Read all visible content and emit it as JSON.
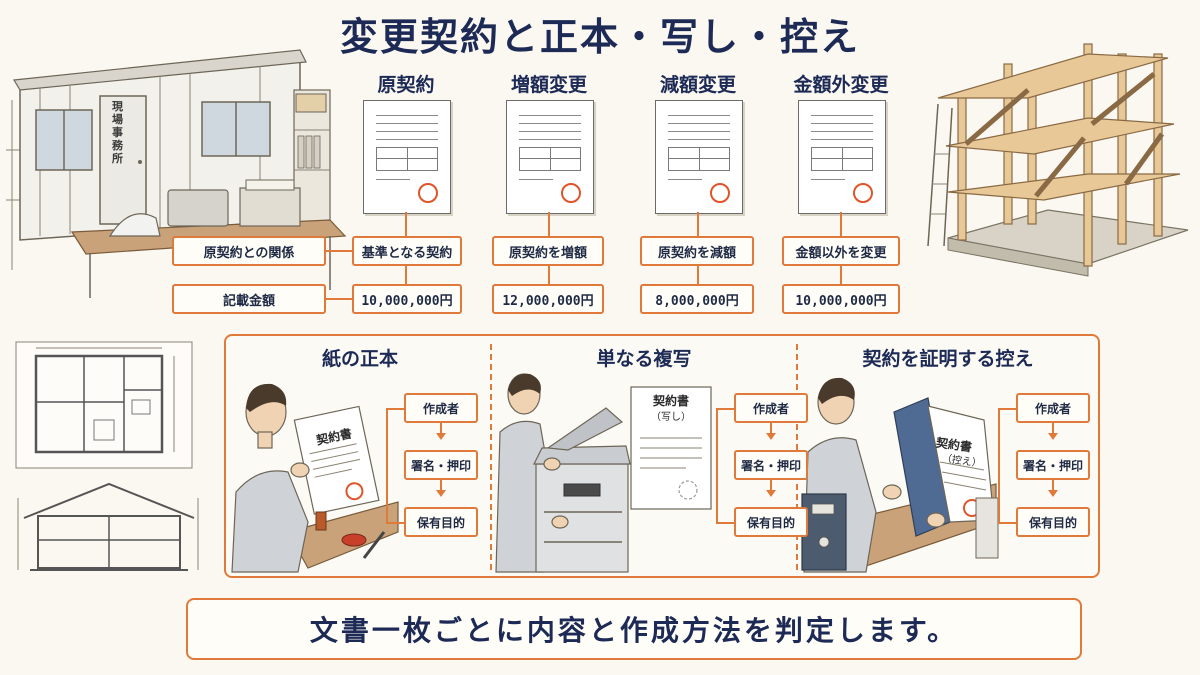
{
  "title": "変更契約と正本・写し・控え",
  "office_sign": "現場事務所",
  "row_labels": {
    "relation": "原契約との関係",
    "amount": "記載金額"
  },
  "columns": [
    {
      "heading": "原契約",
      "relation": "基準となる契約",
      "amount": "10,000,000円"
    },
    {
      "heading": "増額変更",
      "relation": "原契約を増額",
      "amount": "12,000,000円"
    },
    {
      "heading": "減額変更",
      "relation": "原契約を減額",
      "amount": "8,000,000円"
    },
    {
      "heading": "金額外変更",
      "relation": "金額以外を変更",
      "amount": "10,000,000円"
    }
  ],
  "doc_types": [
    {
      "heading": "紙の正本",
      "doc_label": "契約書",
      "doc_sub": "",
      "flow": [
        "作成者",
        "署名・押印",
        "保有目的"
      ]
    },
    {
      "heading": "単なる複写",
      "doc_label": "契約書",
      "doc_sub": "（写し）",
      "flow": [
        "作成者",
        "署名・押印",
        "保有目的"
      ]
    },
    {
      "heading": "契約を証明する控え",
      "doc_label": "契約書",
      "doc_sub": "（控え）",
      "flow": [
        "作成者",
        "署名・押印",
        "保有目的"
      ]
    }
  ],
  "footer": "文書一枚ごとに内容と作成方法を判定します。",
  "colors": {
    "accent": "#e07a3a",
    "heading": "#1c2a55",
    "seal": "#e0542a"
  }
}
